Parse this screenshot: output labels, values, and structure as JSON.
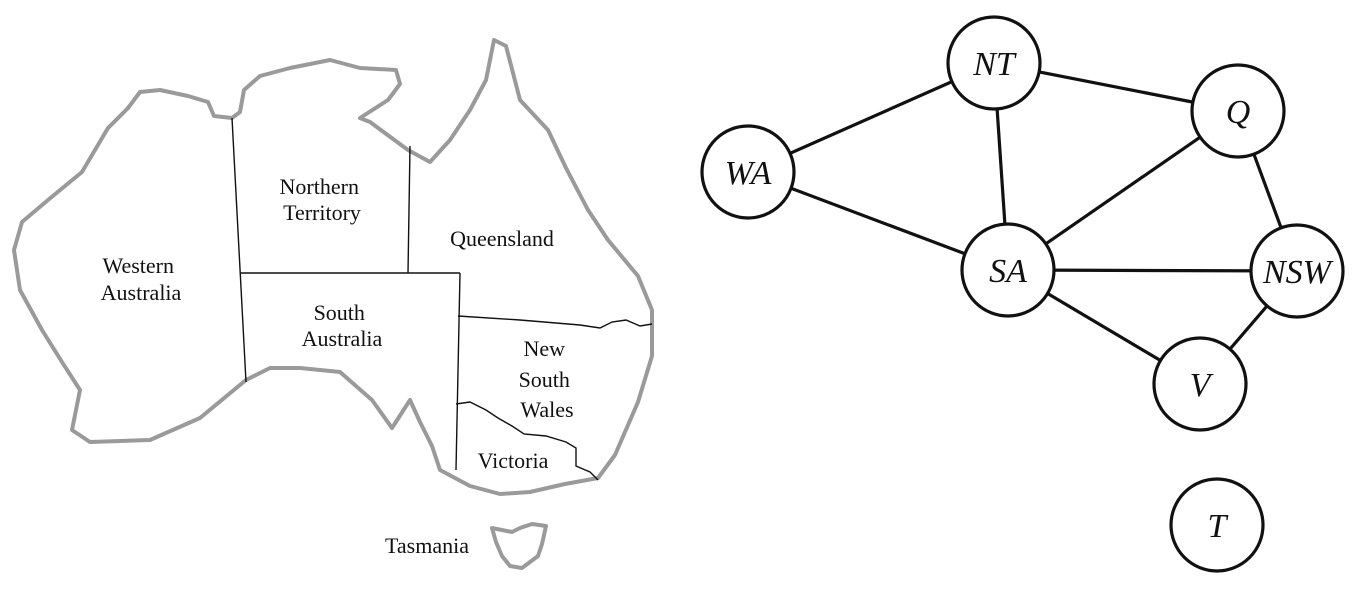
{
  "map": {
    "regions": [
      {
        "id": "wa",
        "lines": [
          "Western",
          "Australia"
        ]
      },
      {
        "id": "nt",
        "lines": [
          "Northern",
          "Territory"
        ]
      },
      {
        "id": "qld",
        "lines": [
          "Queensland"
        ]
      },
      {
        "id": "sa",
        "lines": [
          "South",
          "Australia"
        ]
      },
      {
        "id": "nsw",
        "lines": [
          "New",
          "South",
          "Wales"
        ]
      },
      {
        "id": "vic",
        "lines": [
          "Victoria"
        ]
      },
      {
        "id": "tas",
        "lines": [
          "Tasmania"
        ]
      }
    ],
    "outline_color": "#9a9a9a"
  },
  "graph": {
    "nodes": [
      {
        "id": "NT",
        "label": "NT"
      },
      {
        "id": "Q",
        "label": "Q"
      },
      {
        "id": "WA",
        "label": "WA"
      },
      {
        "id": "SA",
        "label": "SA"
      },
      {
        "id": "NSW",
        "label": "NSW"
      },
      {
        "id": "V",
        "label": "V"
      },
      {
        "id": "T",
        "label": "T"
      }
    ],
    "edges": [
      [
        "WA",
        "NT"
      ],
      [
        "WA",
        "SA"
      ],
      [
        "NT",
        "SA"
      ],
      [
        "NT",
        "Q"
      ],
      [
        "SA",
        "Q"
      ],
      [
        "SA",
        "NSW"
      ],
      [
        "SA",
        "V"
      ],
      [
        "Q",
        "NSW"
      ],
      [
        "NSW",
        "V"
      ]
    ]
  }
}
